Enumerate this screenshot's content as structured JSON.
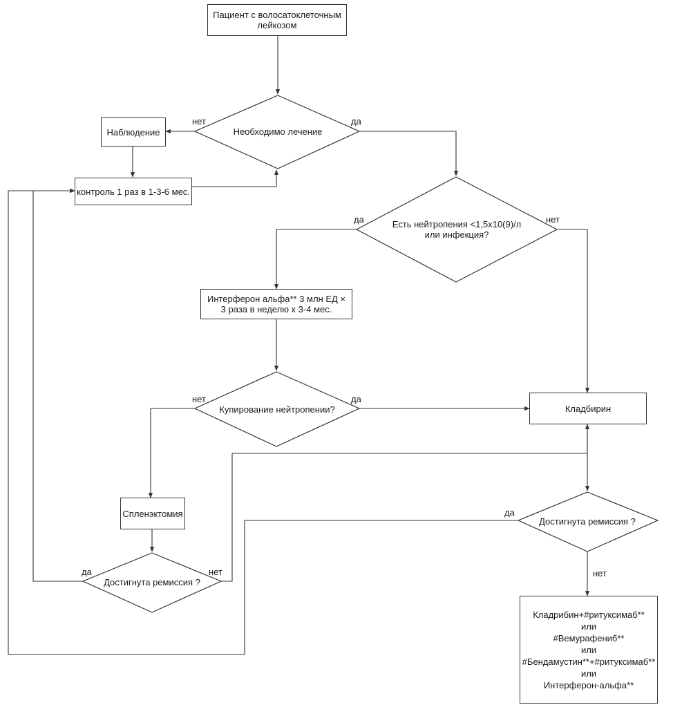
{
  "nodes": {
    "start": "Пациент с волосатоклеточным лейкозом",
    "treatment_needed": "Необходимо лечение",
    "observation": "Наблюдение",
    "control": "контроль 1 раз в 1-3-6 мес.",
    "neutropenia": "Есть нейтропения <1,5х10(9)/л или инфекция?",
    "interferon": "Интерферон альфа** 3 млн ЕД × 3 раза в неделю х 3-4 мес.",
    "neutropenia_relief": "Купирование нейтропении?",
    "cladribine": "Кладбирин",
    "splenectomy": "Спленэктомия",
    "remission_left": "Достигнута ремиссия ?",
    "remission_right": "Достигнута ремиссия ?",
    "alternatives": {
      "line1": "Кладрибин+#ритуксимаб**",
      "line2": "или",
      "line3": "#Вемурафениб**",
      "line4": "или",
      "line5": "#Бендамустин**+#ритуксимаб**",
      "line6": "или",
      "line7": "Интерферон-альфа**"
    }
  },
  "labels": {
    "treat_no": "нет",
    "treat_yes": "да",
    "neut_yes": "да",
    "neut_no": "нет",
    "relief_no": "нет",
    "relief_yes": "да",
    "rem_left_yes": "да",
    "rem_left_no": "нет",
    "rem_right_yes": "да",
    "rem_right_no": "нет"
  }
}
